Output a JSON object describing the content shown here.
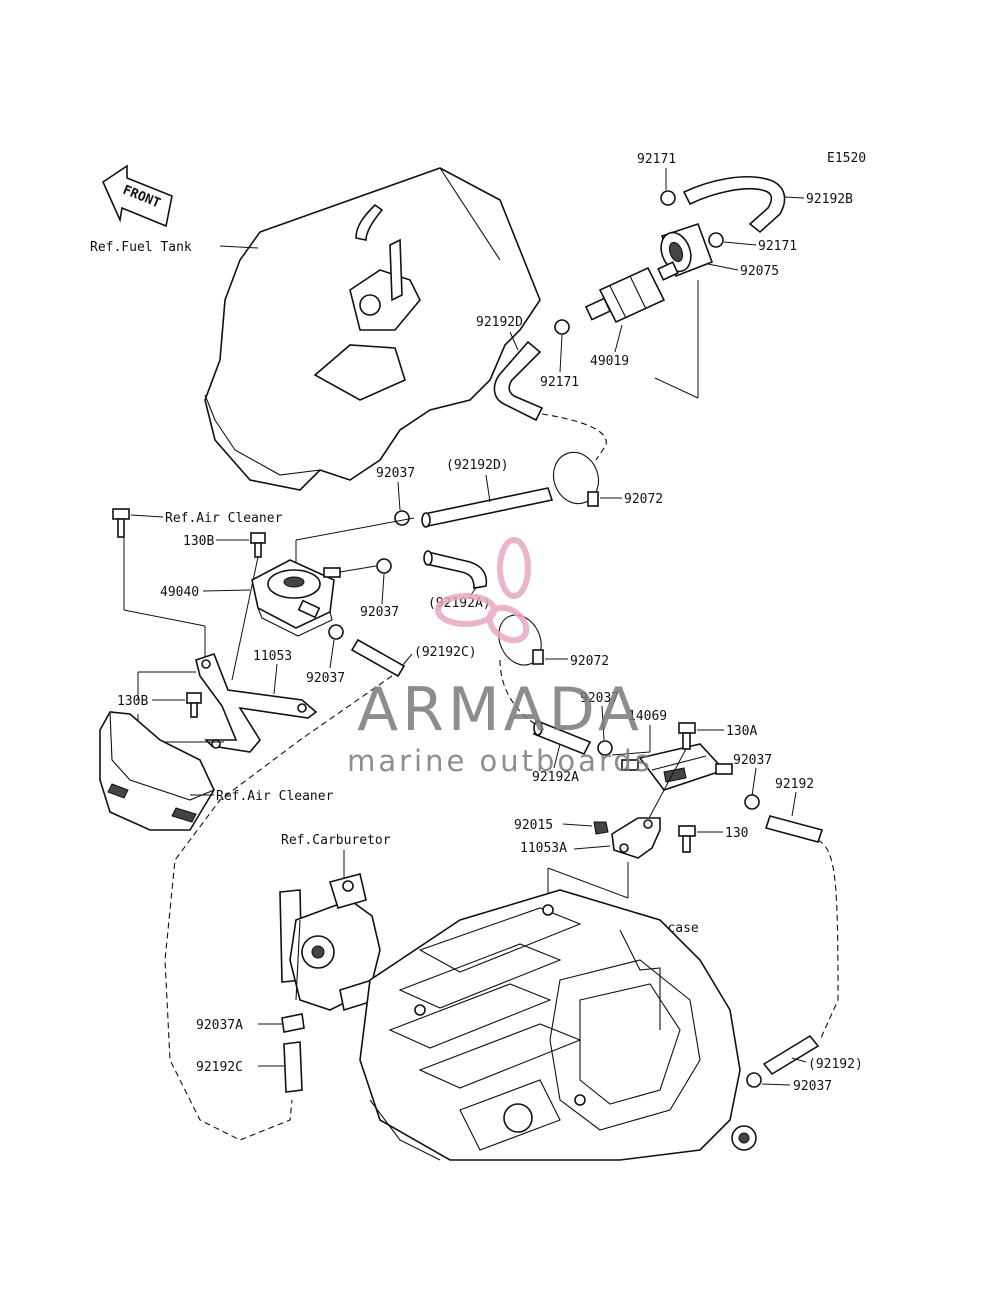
{
  "diagram_code": "E1520",
  "front_arrow": "FRONT",
  "labels": {
    "ref_fuel_tank": "Ref.Fuel Tank",
    "ref_air_cleaner_top": "Ref.Air Cleaner",
    "ref_air_cleaner_bottom": "Ref.Air Cleaner",
    "ref_carburetor": "Ref.Carburetor",
    "ref_crankcase": "Ref.Crankcase"
  },
  "parts": {
    "p92171_a": "92171",
    "p92192B": "92192B",
    "p92171_b": "92171",
    "p92075": "92075",
    "p92192D": "92192D",
    "p49019": "49019",
    "p92171_c": "92171",
    "p92037_a": "92037",
    "p92192D_paren": "(92192D)",
    "p92072_a": "92072",
    "p130B_a": "130B",
    "p49040": "49040",
    "p92037_b": "92037",
    "p92192A_paren": "(92192A)",
    "p92037_c": "92037",
    "p92192C_paren": "(92192C)",
    "p92072_b": "92072",
    "p11053": "11053",
    "p130B_b": "130B",
    "p92037_d": "92037",
    "p14069": "14069",
    "p130A": "130A",
    "p92192A": "92192A",
    "p92037_e": "92037",
    "p92192": "92192",
    "p92015": "92015",
    "p130": "130",
    "p11053A": "11053A",
    "p92037A": "92037A",
    "p92192C": "92192C",
    "p92192_paren": "(92192)",
    "p92037_f": "92037"
  },
  "watermark": {
    "brand": "ARMADA",
    "tagline": "marine outboards",
    "accent_color": "#e8a6c4",
    "text_color": "#7a7a7a"
  }
}
